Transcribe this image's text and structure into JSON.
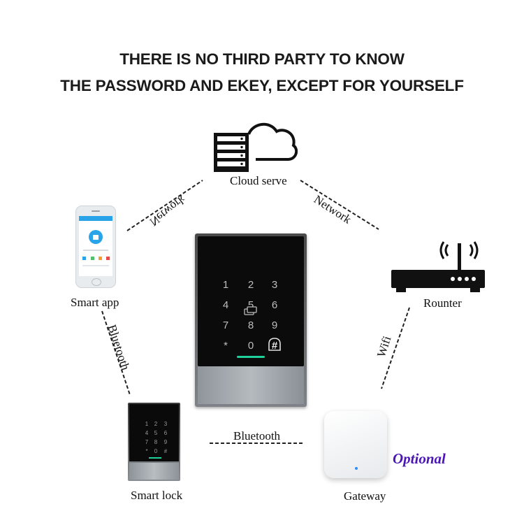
{
  "headline": {
    "line1": "THERE IS NO THIRD PARTY TO KNOW",
    "line2": "THE PASSWORD AND EKEY, EXCEPT FOR YOURSELF"
  },
  "nodes": {
    "cloud": "Cloud serve",
    "smart_app": "Smart app",
    "router": "Rounter",
    "smart_lock": "Smart lock",
    "gateway": "Gateway"
  },
  "links": {
    "network_left": "Network",
    "network_right": "Network",
    "bluetooth_left": "Bluetooth",
    "bluetooth_bottom": "Bluetooth",
    "wifi": "Wifi"
  },
  "gateway_tag": "Optional",
  "keypad": {
    "keys": [
      "1",
      "2",
      "3",
      "4",
      "5",
      "6",
      "7",
      "8",
      "9",
      "*",
      "0",
      "#"
    ]
  },
  "colors": {
    "accent_green": "#1fd09a",
    "optional_text": "#4b16b5",
    "phone_app_blue": "#2aa4e8"
  },
  "icons": [
    "cloud-server-icon",
    "smartphone-icon",
    "router-icon",
    "smart-lock-icon",
    "gateway-icon",
    "keypad-device-icon"
  ]
}
